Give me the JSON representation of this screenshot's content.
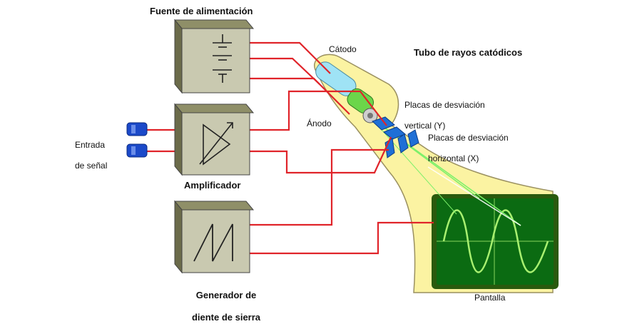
{
  "labels": {
    "power_supply": "Fuente de alimentación",
    "amplifier": "Amplificador",
    "sawtooth_line1": "Generador de",
    "sawtooth_line2": "diente de sierra",
    "signal_input_line1": "Entrada",
    "signal_input_line2": "de señal",
    "cathode": "Cátodo",
    "anode": "Ánodo",
    "crt": "Tubo de rayos catódicos",
    "vertical_plates_line1": "Placas de desviación",
    "vertical_plates_line2": "vertical (Y)",
    "horizontal_plates_line1": "Placas de desviación",
    "horizontal_plates_line2": "horizontal (X)",
    "screen": "Pantalla"
  },
  "colors": {
    "wire": "#e0242a",
    "box_face": "#c9c9b0",
    "box_side": "#6b6b4a",
    "box_top": "#8f8f68",
    "tube_glow": "#fbf3a2",
    "tube_outline": "#9a9060",
    "screen_bg": "#0b6b12",
    "screen_frame": "#2a5a0e",
    "trace": "#a8f070",
    "beam": "#7cf06a",
    "plate": "#1f6fd6",
    "cathode_cyl": "#9fe3f5",
    "anode_cyl": "#6cd64a",
    "connector": "#1b49c9"
  },
  "icons": [
    "battery-icon",
    "amplifier-icon",
    "sawtooth-icon",
    "signal-connector-icon",
    "electron-gun-icon",
    "deflection-plate-icon",
    "sine-wave-icon"
  ]
}
